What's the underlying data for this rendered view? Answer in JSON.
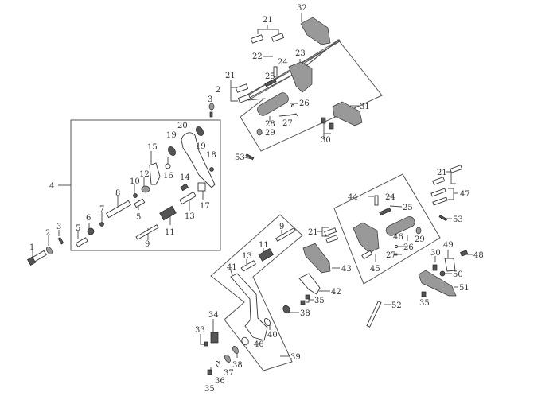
{
  "diagram": {
    "type": "exploded-parts-view",
    "labels": {
      "p1": "1",
      "p2": "2",
      "p3": "3",
      "p4": "4",
      "p5a": "5",
      "p5b": "5",
      "p6": "6",
      "p7": "7",
      "p8": "8",
      "p9a": "9",
      "p9b": "9",
      "p10": "10",
      "p11a": "11",
      "p11b": "11",
      "p12": "12",
      "p13a": "13",
      "p13b": "13",
      "p14": "14",
      "p15": "15",
      "p16": "16",
      "p17": "17",
      "p18": "18",
      "p19a": "19",
      "p19b": "19",
      "p20": "20",
      "p21a": "21",
      "p21b": "21",
      "p21c": "21",
      "p21d": "21",
      "p22": "22",
      "p23": "23",
      "p24a": "24",
      "p24b": "24",
      "p25a": "25",
      "p25b": "25",
      "p26a": "26",
      "p26b": "26",
      "p27a": "27",
      "p27b": "27",
      "p28": "28",
      "p29a": "29",
      "p29b": "29",
      "p2b": "2",
      "p3b": "3",
      "p30a": "30",
      "p30b": "30",
      "p31": "31",
      "p32": "32",
      "p33": "33",
      "p34": "34",
      "p35a": "35",
      "p35b": "35",
      "p35c": "35",
      "p36": "36",
      "p37": "37",
      "p38a": "38",
      "p38b": "38",
      "p39": "39",
      "p40a": "40",
      "p40b": "40",
      "p41": "41",
      "p42": "42",
      "p43": "43",
      "p44": "44",
      "p45": "45",
      "p46": "46",
      "p47": "47",
      "p48": "48",
      "p49": "49",
      "p50": "50",
      "p51": "51",
      "p52": "52",
      "p53a": "53",
      "p53b": "53"
    }
  }
}
